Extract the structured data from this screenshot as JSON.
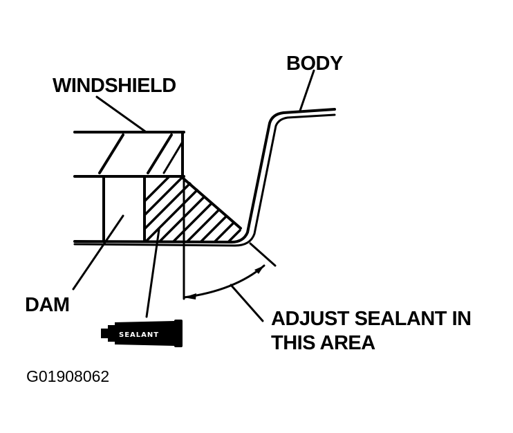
{
  "labels": {
    "body": "BODY",
    "windshield": "WINDSHIELD",
    "dam": "DAM",
    "adjust_line1": "ADJUST SEALANT IN",
    "adjust_line2": "THIS AREA",
    "sealant_tube": "SEALANT"
  },
  "figure_code": "G01908062",
  "colors": {
    "ink": "#000000",
    "paper": "#ffffff"
  },
  "icons": {
    "sealant_tube": "sealant-tube-icon"
  }
}
